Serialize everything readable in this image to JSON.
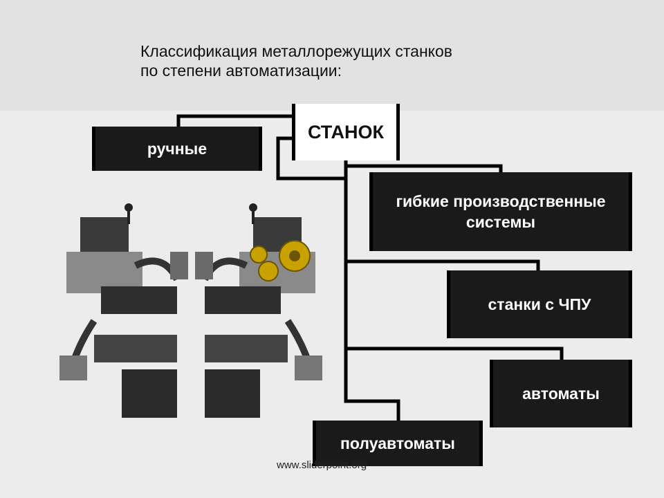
{
  "title": {
    "line1": "Классификация металлорежущих станков",
    "line2": "по степени автоматизации:"
  },
  "root": {
    "label": "СТАНОК"
  },
  "nodes": {
    "manual": "ручные",
    "fms_line1": "гибкие производственные",
    "fms_line2": "системы",
    "cnc": "станки с ЧПУ",
    "automatic": "автоматы",
    "semi_automatic": "полуавтоматы"
  },
  "watermark": "www.sliderpoint.org",
  "colors": {
    "background": "#e2e2e2",
    "box_fill": "#1a1a1a",
    "box_text": "#ffffff",
    "connector": "#000000",
    "root_fill": "#ffffff"
  }
}
